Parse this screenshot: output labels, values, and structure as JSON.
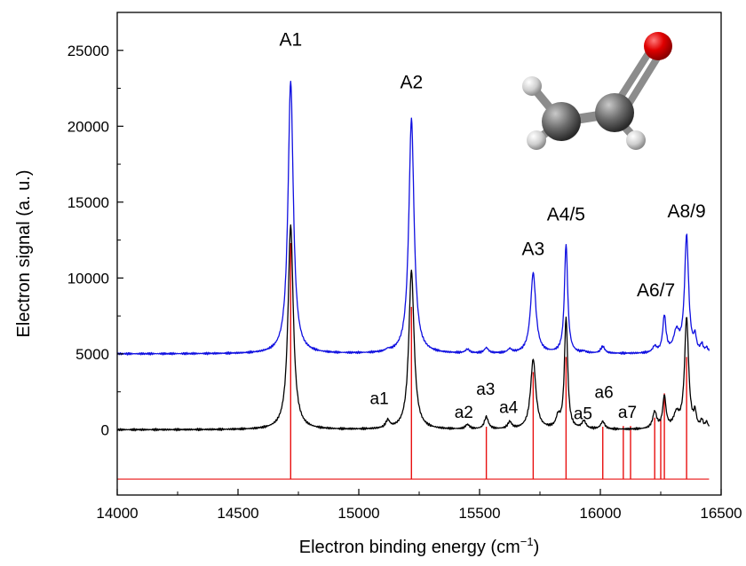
{
  "chart_data": {
    "type": "line",
    "title": "",
    "xlabel": "Electron binding energy (cm",
    "xlabel_sup": "−1",
    "xlabel_end": ")",
    "ylabel": "Electron signal (a. u.)",
    "xlim": [
      14000,
      16500
    ],
    "ylim": [
      -4300,
      27500
    ],
    "xticks": [
      "14000",
      "14500",
      "15000",
      "15500",
      "16000",
      "16500"
    ],
    "yticks": [
      "0",
      "5000",
      "10000",
      "15000",
      "20000",
      "25000"
    ],
    "grid": false,
    "legend": "none",
    "colors": {
      "blue": "#1010e0",
      "black": "#000000",
      "red": "#e81010"
    },
    "peaks": [
      {
        "pos": 14718,
        "w": 13,
        "b": 18000,
        "k": 13500,
        "s": 12300
      },
      {
        "pos": 15218,
        "w": 13,
        "b": 15500,
        "k": 10500,
        "s": 8100
      },
      {
        "pos": 15722,
        "w": 13,
        "b": 5300,
        "k": 4600,
        "s": 3800
      },
      {
        "pos": 15858,
        "w": 8,
        "b": 7200,
        "k": 7300,
        "s": 4800
      },
      {
        "pos": 16265,
        "w": 8,
        "b": 2400,
        "k": 2100,
        "s": 2400
      },
      {
        "pos": 16357,
        "w": 10,
        "b": 7700,
        "k": 7300,
        "s": 4800
      },
      {
        "pos": 15120,
        "w": 10,
        "b": 120,
        "k": 500,
        "s": 0
      },
      {
        "pos": 15450,
        "w": 10,
        "b": 250,
        "k": 300,
        "s": 0
      },
      {
        "pos": 15528,
        "w": 10,
        "b": 350,
        "k": 800,
        "s": 200
      },
      {
        "pos": 15625,
        "w": 10,
        "b": 250,
        "k": 450,
        "s": 0
      },
      {
        "pos": 15825,
        "w": 10,
        "b": 0,
        "k": 700,
        "s": 0
      },
      {
        "pos": 15932,
        "w": 10,
        "b": 100,
        "k": 500,
        "s": 0
      },
      {
        "pos": 16010,
        "w": 10,
        "b": 450,
        "k": 500,
        "s": 200
      },
      {
        "pos": 16225,
        "w": 10,
        "b": 400,
        "k": 1100,
        "s": 800
      },
      {
        "pos": 16315,
        "w": 14,
        "b": 1300,
        "k": 900,
        "s": 0
      },
      {
        "pos": 16392,
        "w": 6,
        "b": 900,
        "k": 900,
        "s": 0
      },
      {
        "pos": 16420,
        "w": 6,
        "b": 500,
        "k": 500,
        "s": 0
      },
      {
        "pos": 16440,
        "w": 6,
        "b": 300,
        "k": 400,
        "s": 0
      }
    ],
    "stick_sticks": [
      {
        "pos": 16095,
        "s": 250
      },
      {
        "pos": 16125,
        "s": 250
      },
      {
        "pos": 16250,
        "s": 700
      }
    ],
    "series": [
      {
        "color": "blue",
        "offset": 5000,
        "key": "b",
        "range": [
          14000,
          16450
        ]
      },
      {
        "color": "black",
        "offset": 0,
        "key": "k",
        "range": [
          14000,
          16450
        ]
      }
    ],
    "stick_baseline": -3250,
    "annotations": [
      {
        "text": "A1",
        "x": 14718,
        "y": 25300,
        "size": "big"
      },
      {
        "text": "A2",
        "x": 15218,
        "y": 22500,
        "size": "big"
      },
      {
        "text": "A3",
        "x": 15722,
        "y": 11500,
        "size": "big"
      },
      {
        "text": "A4/5",
        "x": 15858,
        "y": 13800,
        "size": "big"
      },
      {
        "text": "A6/7",
        "x": 16230,
        "y": 8800,
        "size": "big"
      },
      {
        "text": "A8/9",
        "x": 16357,
        "y": 14000,
        "size": "big"
      },
      {
        "text": "a1",
        "x": 15085,
        "y": 1700,
        "size": "small"
      },
      {
        "text": "a2",
        "x": 15435,
        "y": 800,
        "size": "small"
      },
      {
        "text": "a3",
        "x": 15525,
        "y": 2300,
        "size": "small"
      },
      {
        "text": "a4",
        "x": 15620,
        "y": 1100,
        "size": "small"
      },
      {
        "text": "a5",
        "x": 15928,
        "y": 700,
        "size": "small"
      },
      {
        "text": "a6",
        "x": 16015,
        "y": 2100,
        "size": "small"
      },
      {
        "text": "a7",
        "x": 16112,
        "y": 800,
        "size": "small"
      }
    ]
  }
}
